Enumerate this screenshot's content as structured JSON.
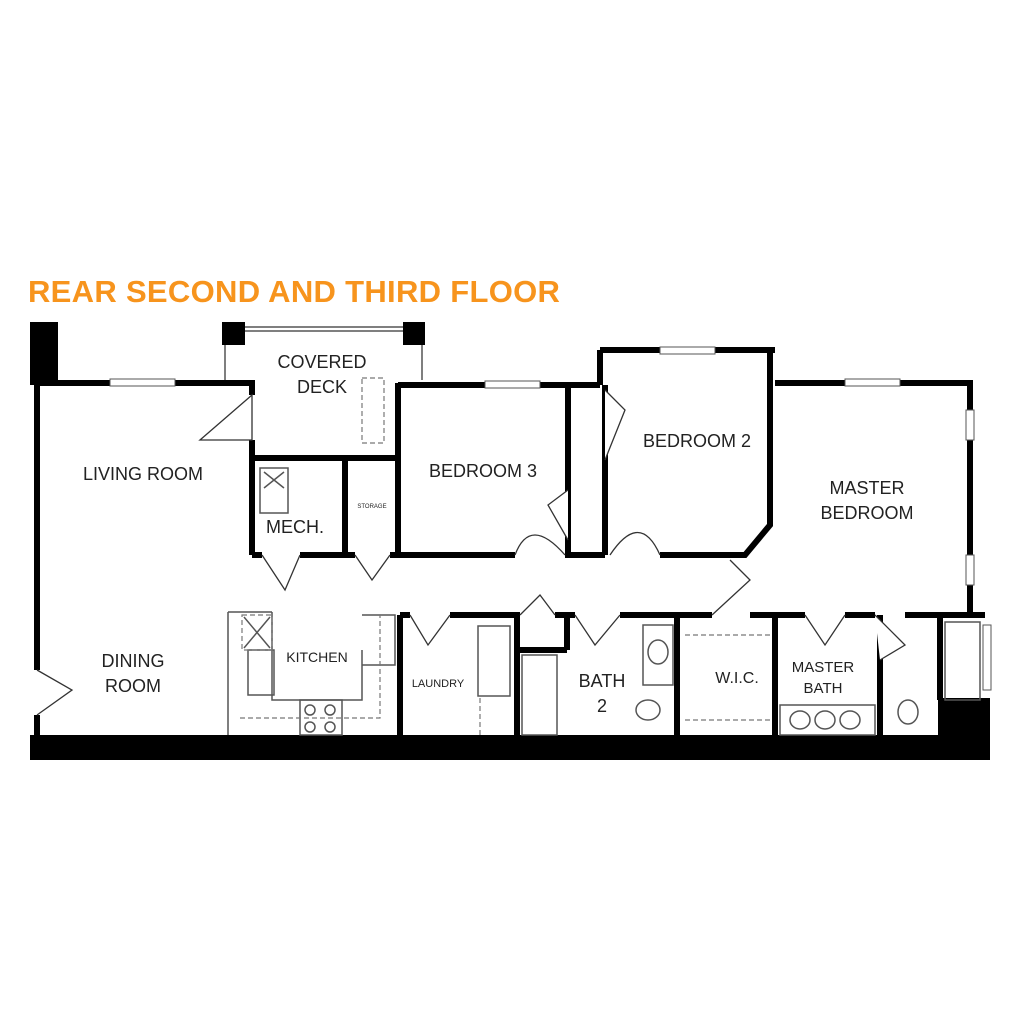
{
  "title": "REAR SECOND AND THIRD FLOOR",
  "colors": {
    "title": "#f7941d",
    "walls": "#000000"
  },
  "rooms": {
    "covered_deck": [
      "COVERED",
      "DECK"
    ],
    "living_room": "LIVING ROOM",
    "dining_room": [
      "DINING",
      "ROOM"
    ],
    "mech": "MECH.",
    "storage": "STORAGE",
    "kitchen": "KITCHEN",
    "laundry": "LAUNDRY",
    "bedroom_3": "BEDROOM 3",
    "bedroom_2": "BEDROOM 2",
    "master_bedroom": [
      "MASTER",
      "BEDROOM"
    ],
    "bath_2": [
      "BATH",
      "2"
    ],
    "wic": "W.I.C.",
    "master_bath": [
      "MASTER",
      "BATH"
    ]
  }
}
